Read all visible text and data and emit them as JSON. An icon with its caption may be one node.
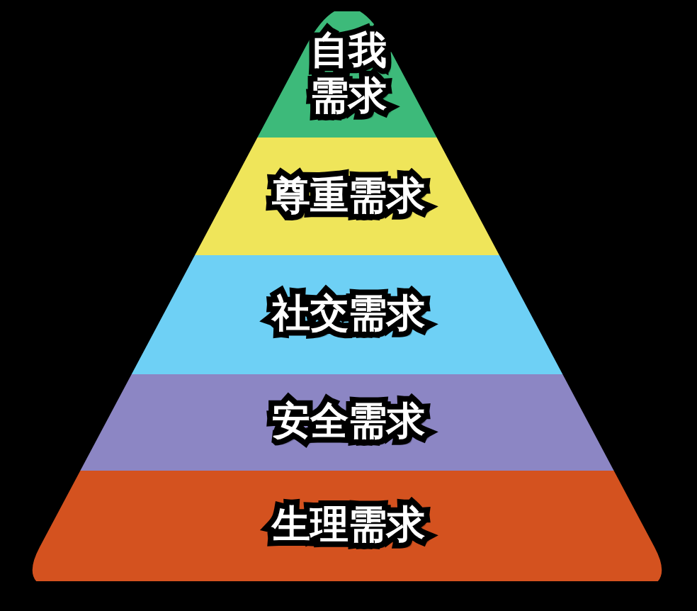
{
  "diagram": {
    "nodes": [
      {
        "text": [
          "自我需求"
        ]
      },
      {
        "text": [
          "尊重需求"
        ]
      },
      {
        "text": [
          "社交需求"
        ]
      },
      {
        "text": [
          "安全需求"
        ]
      },
      {
        "text": [
          "生理需求"
        ]
      }
    ]
  }
}
